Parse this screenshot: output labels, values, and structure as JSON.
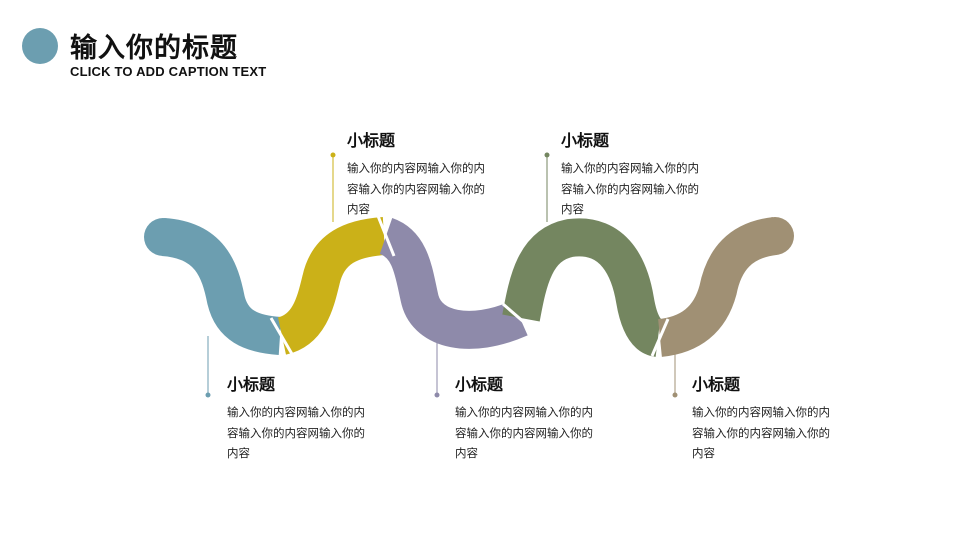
{
  "header": {
    "title": "输入你的标题",
    "subtitle": "CLICK TO ADD CAPTION TEXT",
    "accent_color": "#6c9eb0"
  },
  "segment_colors": [
    "#6c9eb0",
    "#cbb118",
    "#8e8aaa",
    "#748660",
    "#a09074"
  ],
  "items": [
    {
      "title": "小标题",
      "body": "输入你的内容网输入你的内容输入你的内容网输入你的内容",
      "color": "#6c9eb0"
    },
    {
      "title": "小标题",
      "body": "输入你的内容网输入你的内容输入你的内容网输入你的内容",
      "color": "#cbb118"
    },
    {
      "title": "小标题",
      "body": "输入你的内容网输入你的内容输入你的内容网输入你的内容",
      "color": "#8e8aaa"
    },
    {
      "title": "小标题",
      "body": "输入你的内容网输入你的内容输入你的内容网输入你的内容",
      "color": "#748660"
    },
    {
      "title": "小标题",
      "body": "输入你的内容网输入你的内容输入你的内容网输入你的内容",
      "color": "#a09074"
    }
  ]
}
